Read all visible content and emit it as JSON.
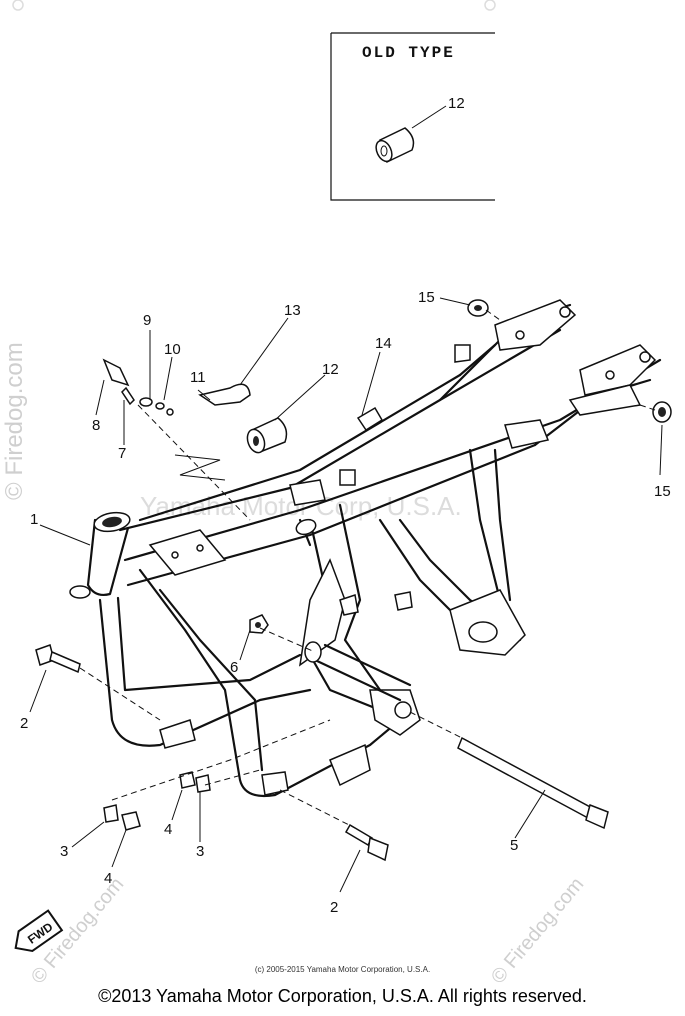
{
  "inset": {
    "title": "OLD TYPE",
    "part": "12"
  },
  "watermarks": {
    "corner": "© Firedog.com",
    "center": "Yamaha Motor Corp, U.S.A."
  },
  "callouts": [
    {
      "id": "c1",
      "label": "1"
    },
    {
      "id": "c2a",
      "label": "2"
    },
    {
      "id": "c2b",
      "label": "2"
    },
    {
      "id": "c3a",
      "label": "3"
    },
    {
      "id": "c3b",
      "label": "3"
    },
    {
      "id": "c4a",
      "label": "4"
    },
    {
      "id": "c4b",
      "label": "4"
    },
    {
      "id": "c5",
      "label": "5"
    },
    {
      "id": "c6",
      "label": "6"
    },
    {
      "id": "c7",
      "label": "7"
    },
    {
      "id": "c8",
      "label": "8"
    },
    {
      "id": "c9",
      "label": "9"
    },
    {
      "id": "c10",
      "label": "10"
    },
    {
      "id": "c11",
      "label": "11"
    },
    {
      "id": "c12",
      "label": "12"
    },
    {
      "id": "c13",
      "label": "13"
    },
    {
      "id": "c14",
      "label": "14"
    },
    {
      "id": "c15a",
      "label": "15"
    },
    {
      "id": "c15b",
      "label": "15"
    }
  ],
  "fwd_label": "FWD",
  "copyright_small": "(c) 2005-2015 Yamaha Motor Corporation, U.S.A.",
  "copyright_main": "©2013 Yamaha Motor Corporation, U.S.A. All rights reserved."
}
